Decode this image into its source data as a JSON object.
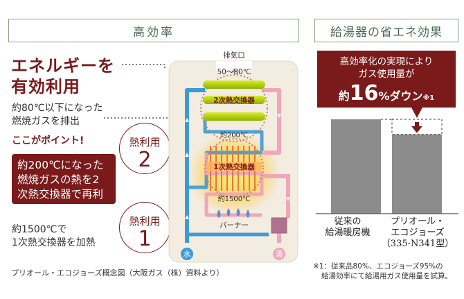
{
  "left_header": "高効率",
  "right_header": "給湯器の省エネ効果",
  "headline": [
    "エネルギーを",
    "有効利用"
  ],
  "exhaust_text": [
    "約80℃以下になった",
    "燃焼ガスを排出"
  ],
  "point_label": "ここがポイント!",
  "red_box_text": [
    "約200℃になった",
    "燃焼ガスの熱を2",
    "次熱交換器で再利"
  ],
  "heat_use_label": "熱利用",
  "heat_use_numbers": [
    "2",
    "1"
  ],
  "burner_text": [
    "約1500℃で",
    "1次熱交換器を加熱"
  ],
  "caption": "プリオール・エコジョーズ概念図（大阪ガス（株）資料より）",
  "diagram": {
    "exhaust": "排気口",
    "temp_top": "50～80℃",
    "secondary_hx": "2次熱交換器",
    "temp_mid": "約200℃",
    "primary_hx": "1次熱交換器",
    "temp_bottom": "約1500℃",
    "burner": "バーナー",
    "water": "水",
    "hot_water": "湯"
  },
  "effect": {
    "title_lines": [
      "高効率化の実現により",
      "ガス使用量が"
    ],
    "reduction_prefix": "約",
    "reduction_value": "16",
    "reduction_suffix": "%ダウン",
    "note_ref": "※1",
    "bars": [
      {
        "label": [
          "従来の",
          "給湯暖房機"
        ],
        "value": 100
      },
      {
        "label": [
          "プリオール・",
          "エコジョーズ",
          "（335-N341型）"
        ],
        "value": 84
      }
    ],
    "footnote": [
      "※1：従来品80%、エコジョーズ95%の",
      "給湯効率にて給湯用ガス使用量を試算。"
    ]
  },
  "colors": {
    "accent": "#7a1a1a",
    "cold_pipe": "#3d9ad6",
    "hot_pipe": "#e98aa2",
    "bar": "#8c8c8c",
    "hx": "#b8d400"
  }
}
